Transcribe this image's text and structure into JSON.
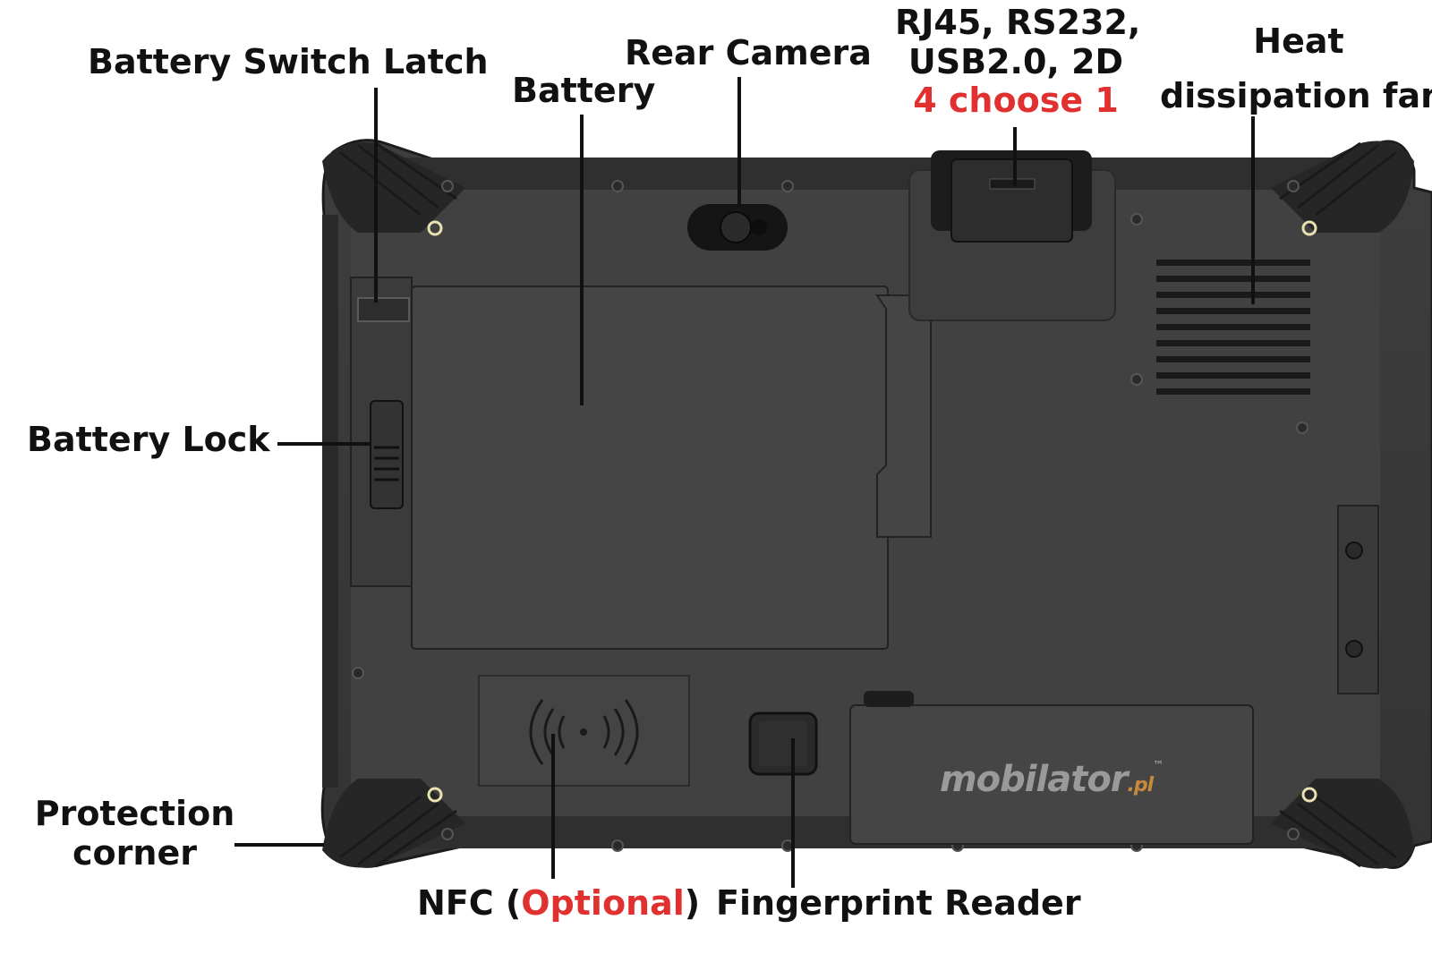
{
  "labels": {
    "battery_switch_latch": "Battery Switch Latch",
    "battery": "Battery",
    "rear_camera": "Rear Camera",
    "ports_line1": "RJ45, RS232,",
    "ports_line2": "USB2.0, 2D",
    "ports_choice": "4 choose 1",
    "heat_line1": "Heat",
    "heat_line2": "dissipation fan",
    "battery_lock": "Battery Lock",
    "protection_line1": "Protection",
    "protection_line2": "corner",
    "nfc_prefix": "NFC (",
    "nfc_optional": "Optional",
    "nfc_suffix": ")",
    "fingerprint_reader": "Fingerprint Reader"
  },
  "device": {
    "brand_main": "mobilator",
    "brand_suffix": ".pl",
    "brand_tm": "™",
    "body_color": "#3a3a3a",
    "panel_color": "#444444",
    "accent_orange": "#e08a1e",
    "highlight_red": "#e03030"
  }
}
